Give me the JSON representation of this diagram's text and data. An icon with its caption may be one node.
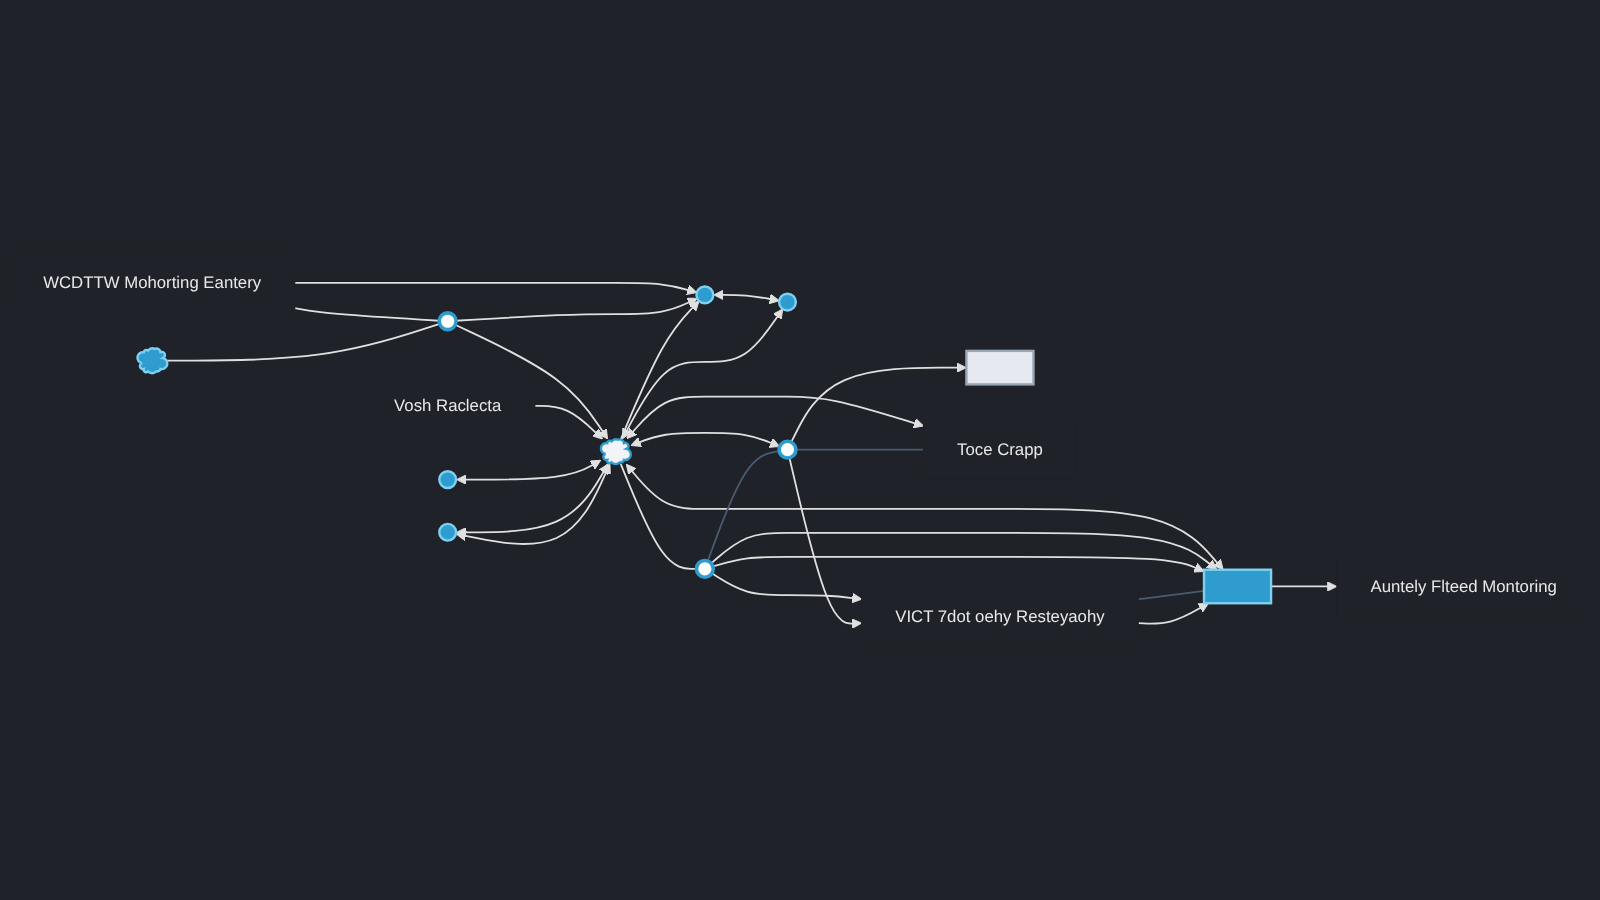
{
  "diagram": {
    "nodes": [
      {
        "text": [
          "WCDTTW Mohorting Eantery"
        ]
      },
      {
        "text": [],
        "shape": "circle"
      },
      {
        "text": [],
        "shape": "circle"
      },
      {
        "text": [],
        "shape": "cloud"
      },
      {
        "text": [],
        "shape": "circle"
      },
      {
        "text": [
          "Vosh Raclecta"
        ]
      },
      {
        "text": [],
        "shape": "cloud"
      },
      {
        "text": [],
        "shape": "box"
      },
      {
        "text": [],
        "shape": "circle"
      },
      {
        "text": [],
        "shape": "circle"
      },
      {
        "text": [],
        "shape": "circle"
      },
      {
        "text": [],
        "shape": "circle"
      },
      {
        "text": [],
        "shape": "box"
      },
      {
        "text": [
          "Toce Crapp"
        ]
      },
      {
        "text": [
          "VICT 7dot oehy Resteyaohy"
        ]
      },
      {
        "text": [
          "Auntely Flteed Montoring"
        ]
      }
    ],
    "edges": [
      {
        "from": 0,
        "to": 1,
        "arrow": "to"
      },
      {
        "from": 0,
        "to": 4,
        "arrow": "none"
      },
      {
        "from": 3,
        "to": 4,
        "arrow": "none"
      },
      {
        "from": 4,
        "to": 1,
        "arrow": "to"
      },
      {
        "from": 4,
        "to": 6,
        "arrow": "to"
      },
      {
        "from": 1,
        "to": 2,
        "arrow": "both"
      },
      {
        "from": 6,
        "to": 1,
        "arrow": "to"
      },
      {
        "from": 6,
        "to": 2,
        "arrow": "both"
      },
      {
        "from": 6,
        "to": 7,
        "arrow": "both"
      },
      {
        "from": 5,
        "to": 6,
        "arrow": "to"
      },
      {
        "from": 8,
        "to": 6,
        "arrow": "both"
      },
      {
        "from": 10,
        "to": 6,
        "arrow": "both"
      },
      {
        "from": 10,
        "to": 6,
        "arrow": "both"
      },
      {
        "from": 6,
        "to": 13,
        "arrow": "both"
      },
      {
        "from": 6,
        "to": 11,
        "arrow": "both"
      },
      {
        "from": 6,
        "to": 9,
        "arrow": "none"
      },
      {
        "from": 9,
        "to": 7,
        "arrow": "to"
      },
      {
        "from": 9,
        "to": 7,
        "arrow": "to"
      },
      {
        "from": 9,
        "to": 14,
        "arrow": "to"
      },
      {
        "from": 11,
        "to": 12,
        "arrow": "to"
      },
      {
        "from": 11,
        "to": 14,
        "arrow": "to"
      },
      {
        "from": 9,
        "to": 11,
        "arrow": "none",
        "color": "#4a5a70"
      },
      {
        "from": 11,
        "to": 13,
        "arrow": "none",
        "color": "#4a5a70"
      },
      {
        "from": 14,
        "to": 7,
        "arrow": "none",
        "color": "#4a5a70"
      },
      {
        "from": 14,
        "to": 7,
        "arrow": "to"
      },
      {
        "from": 7,
        "to": 15,
        "arrow": "to"
      }
    ]
  }
}
